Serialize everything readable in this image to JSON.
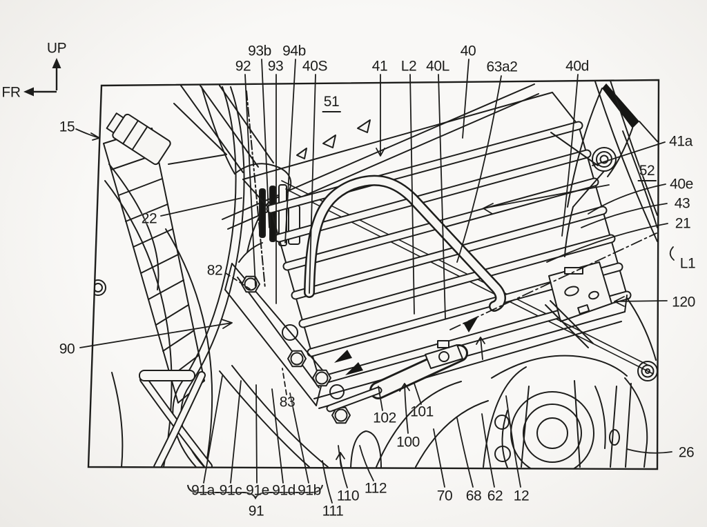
{
  "figure": {
    "type": "patent-technical-drawing",
    "subject": "motorcycle battery case mounting structure (line art)",
    "colors": {
      "line": "#1d1d1b",
      "paper": "#f7f6f3",
      "fill_dark": "#161614"
    },
    "orientation_indicator": {
      "up": "UP",
      "front": "FR"
    },
    "labels": [
      {
        "id": "up",
        "text": "UP"
      },
      {
        "id": "fr",
        "text": "FR"
      },
      {
        "id": "15",
        "text": "15"
      },
      {
        "id": "22",
        "text": "22"
      },
      {
        "id": "82",
        "text": "82"
      },
      {
        "id": "90",
        "text": "90"
      },
      {
        "id": "83",
        "text": "83"
      },
      {
        "id": "93b",
        "text": "93b"
      },
      {
        "id": "94b",
        "text": "94b"
      },
      {
        "id": "92",
        "text": "92"
      },
      {
        "id": "93",
        "text": "93"
      },
      {
        "id": "40S",
        "text": "40S"
      },
      {
        "id": "41",
        "text": "41"
      },
      {
        "id": "L2",
        "text": "L2"
      },
      {
        "id": "40L",
        "text": "40L"
      },
      {
        "id": "40",
        "text": "40"
      },
      {
        "id": "63a2",
        "text": "63a2"
      },
      {
        "id": "40d",
        "text": "40d"
      },
      {
        "id": "51",
        "text": "51",
        "underline": true
      },
      {
        "id": "41a",
        "text": "41a"
      },
      {
        "id": "52",
        "text": "52",
        "underline": true
      },
      {
        "id": "40e",
        "text": "40e"
      },
      {
        "id": "43",
        "text": "43"
      },
      {
        "id": "21",
        "text": "21"
      },
      {
        "id": "L1",
        "text": "L1"
      },
      {
        "id": "120",
        "text": "120"
      },
      {
        "id": "26",
        "text": "26"
      },
      {
        "id": "102",
        "text": "102"
      },
      {
        "id": "101",
        "text": "101"
      },
      {
        "id": "100",
        "text": "100"
      },
      {
        "id": "110",
        "text": "110"
      },
      {
        "id": "111",
        "text": "111"
      },
      {
        "id": "112",
        "text": "112"
      },
      {
        "id": "70",
        "text": "70"
      },
      {
        "id": "68",
        "text": "68"
      },
      {
        "id": "62",
        "text": "62"
      },
      {
        "id": "12",
        "text": "12"
      },
      {
        "id": "91a",
        "text": "91a"
      },
      {
        "id": "91c",
        "text": "91c"
      },
      {
        "id": "91e",
        "text": "91e"
      },
      {
        "id": "91d",
        "text": "91d"
      },
      {
        "id": "91b",
        "text": "91b"
      },
      {
        "id": "91",
        "text": "91"
      }
    ]
  }
}
